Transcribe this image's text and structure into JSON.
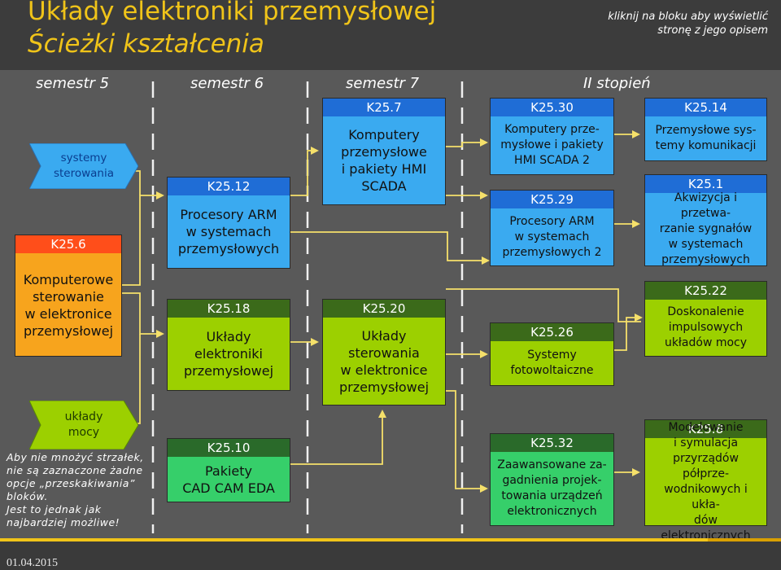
{
  "header": {
    "title_line1": "Układy elektroniki przemysłowej",
    "title_line2": "Ścieżki kształcenia",
    "hint": "kliknij na bloku aby wyświetlić stronę z jego opisem"
  },
  "semesters": [
    "semestr 5",
    "semestr 6",
    "semestr 7",
    "II stopień"
  ],
  "tags": {
    "systemy": "systemy\nsterowania",
    "uklady": "układy\nmocy"
  },
  "blocks": {
    "k25_6": {
      "code": "K25.6",
      "title": "Komputerowe\nsterowanie\nw elektronice\nprzemysłowej"
    },
    "k25_12": {
      "code": "K25.12",
      "title": "Procesory ARM\nw systemach\nprzemysłowych"
    },
    "k25_18": {
      "code": "K25.18",
      "title": "Układy\nelektroniki\nprzemysłowej"
    },
    "k25_10": {
      "code": "K25.10",
      "title": "Pakiety\nCAD CAM EDA"
    },
    "k25_7": {
      "code": "K25.7",
      "title": "Komputery\nprzemysłowe\ni pakiety HMI\nSCADA"
    },
    "k25_20": {
      "code": "K25.20",
      "title": "Układy\nsterowania\nw elektronice\nprzemysłowej"
    },
    "k25_30": {
      "code": "K25.30",
      "title": "Komputery prze-\nmysłowe i pakiety\nHMI SCADA 2"
    },
    "k25_29": {
      "code": "K25.29",
      "title": "Procesory ARM\nw systemach\nprzemysłowych 2"
    },
    "k25_26": {
      "code": "K25.26",
      "title": "Systemy\nfotowoltaiczne"
    },
    "k25_32": {
      "code": "K25.32",
      "title": "Zaawansowane za-\ngadnienia projek-\ntowania urządzeń\nelektronicznych"
    },
    "k25_14": {
      "code": "K25.14",
      "title": "Przemysłowe sys-\ntemy komunikacji"
    },
    "k25_1": {
      "code": "K25.1",
      "title": "Akwizycja i przetwa-\nrzanie sygnałów\nw systemach\nprzemysłowych"
    },
    "k25_22": {
      "code": "K25.22",
      "title": "Doskonalenie\nimpulsowych\nukładów mocy"
    },
    "k25_8": {
      "code": "K25.8",
      "title": "Modelowanie\ni symulacja\nprzyrządów półprze-\nwodnikowych i ukła-\ndów elektronicznych"
    }
  },
  "note": "Aby nie mnożyć strzałek,\nnie są zaznaczone żadne\nopcje „przeskakiwania”\nbloków.\nJest to jednak jak\nnajbardziej możliwe!",
  "footer": {
    "date": "01.04.2015"
  },
  "colors": {
    "accent": "#f0c419",
    "blue": "#3aaaf0",
    "blue_header": "#1f6dd6",
    "green": "#9cd000",
    "emerald": "#36cf6a",
    "orange": "#f7a41d",
    "orange_header": "#ff4e1a",
    "arrow": "#f5e06a"
  }
}
